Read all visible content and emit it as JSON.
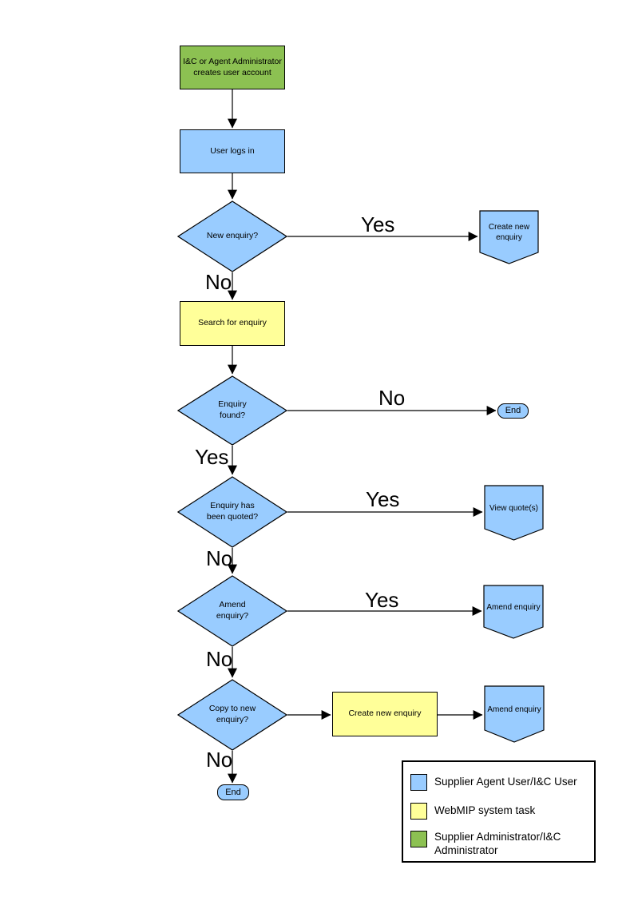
{
  "nodes": {
    "admin_create_account": "I&C or Agent Administrator creates user account",
    "user_logs_in": "User logs in",
    "new_enquiry_q": "New enquiry?",
    "create_new_enquiry_pentagon": "Create new enquiry",
    "search_for_enquiry": "Search for enquiry",
    "enquiry_found_q": "Enquiry found?",
    "end_right": "End",
    "enquiry_quoted_q": "Enquiry has been quoted?",
    "view_quotes": "View quote(s)",
    "amend_enquiry_q": "Amend enquiry?",
    "amend_enquiry_upper": "Amend enquiry",
    "copy_to_new_q": "Copy to new enquiry?",
    "create_new_enquiry_box": "Create new enquiry",
    "amend_enquiry_lower": "Amend enquiry",
    "end_bottom": "End"
  },
  "edge_labels": {
    "new_enquiry_yes": "Yes",
    "new_enquiry_no": "No",
    "enquiry_found_no": "No",
    "enquiry_found_yes": "Yes",
    "quoted_yes": "Yes",
    "quoted_no": "No",
    "amend_yes": "Yes",
    "amend_no": "No",
    "copy_no": "No"
  },
  "legend": {
    "items": [
      {
        "label": "Supplier Agent User/I&C User",
        "color": "#99CCFF"
      },
      {
        "label": "WebMIP system task",
        "color": "#FFFF99"
      },
      {
        "label": "Supplier Administrator/I&C Administrator",
        "color": "#8CC152"
      }
    ]
  },
  "colors": {
    "user_task": "#99CCFF",
    "system_task": "#FFFF99",
    "admin_task": "#8CC152",
    "line": "#000000"
  }
}
